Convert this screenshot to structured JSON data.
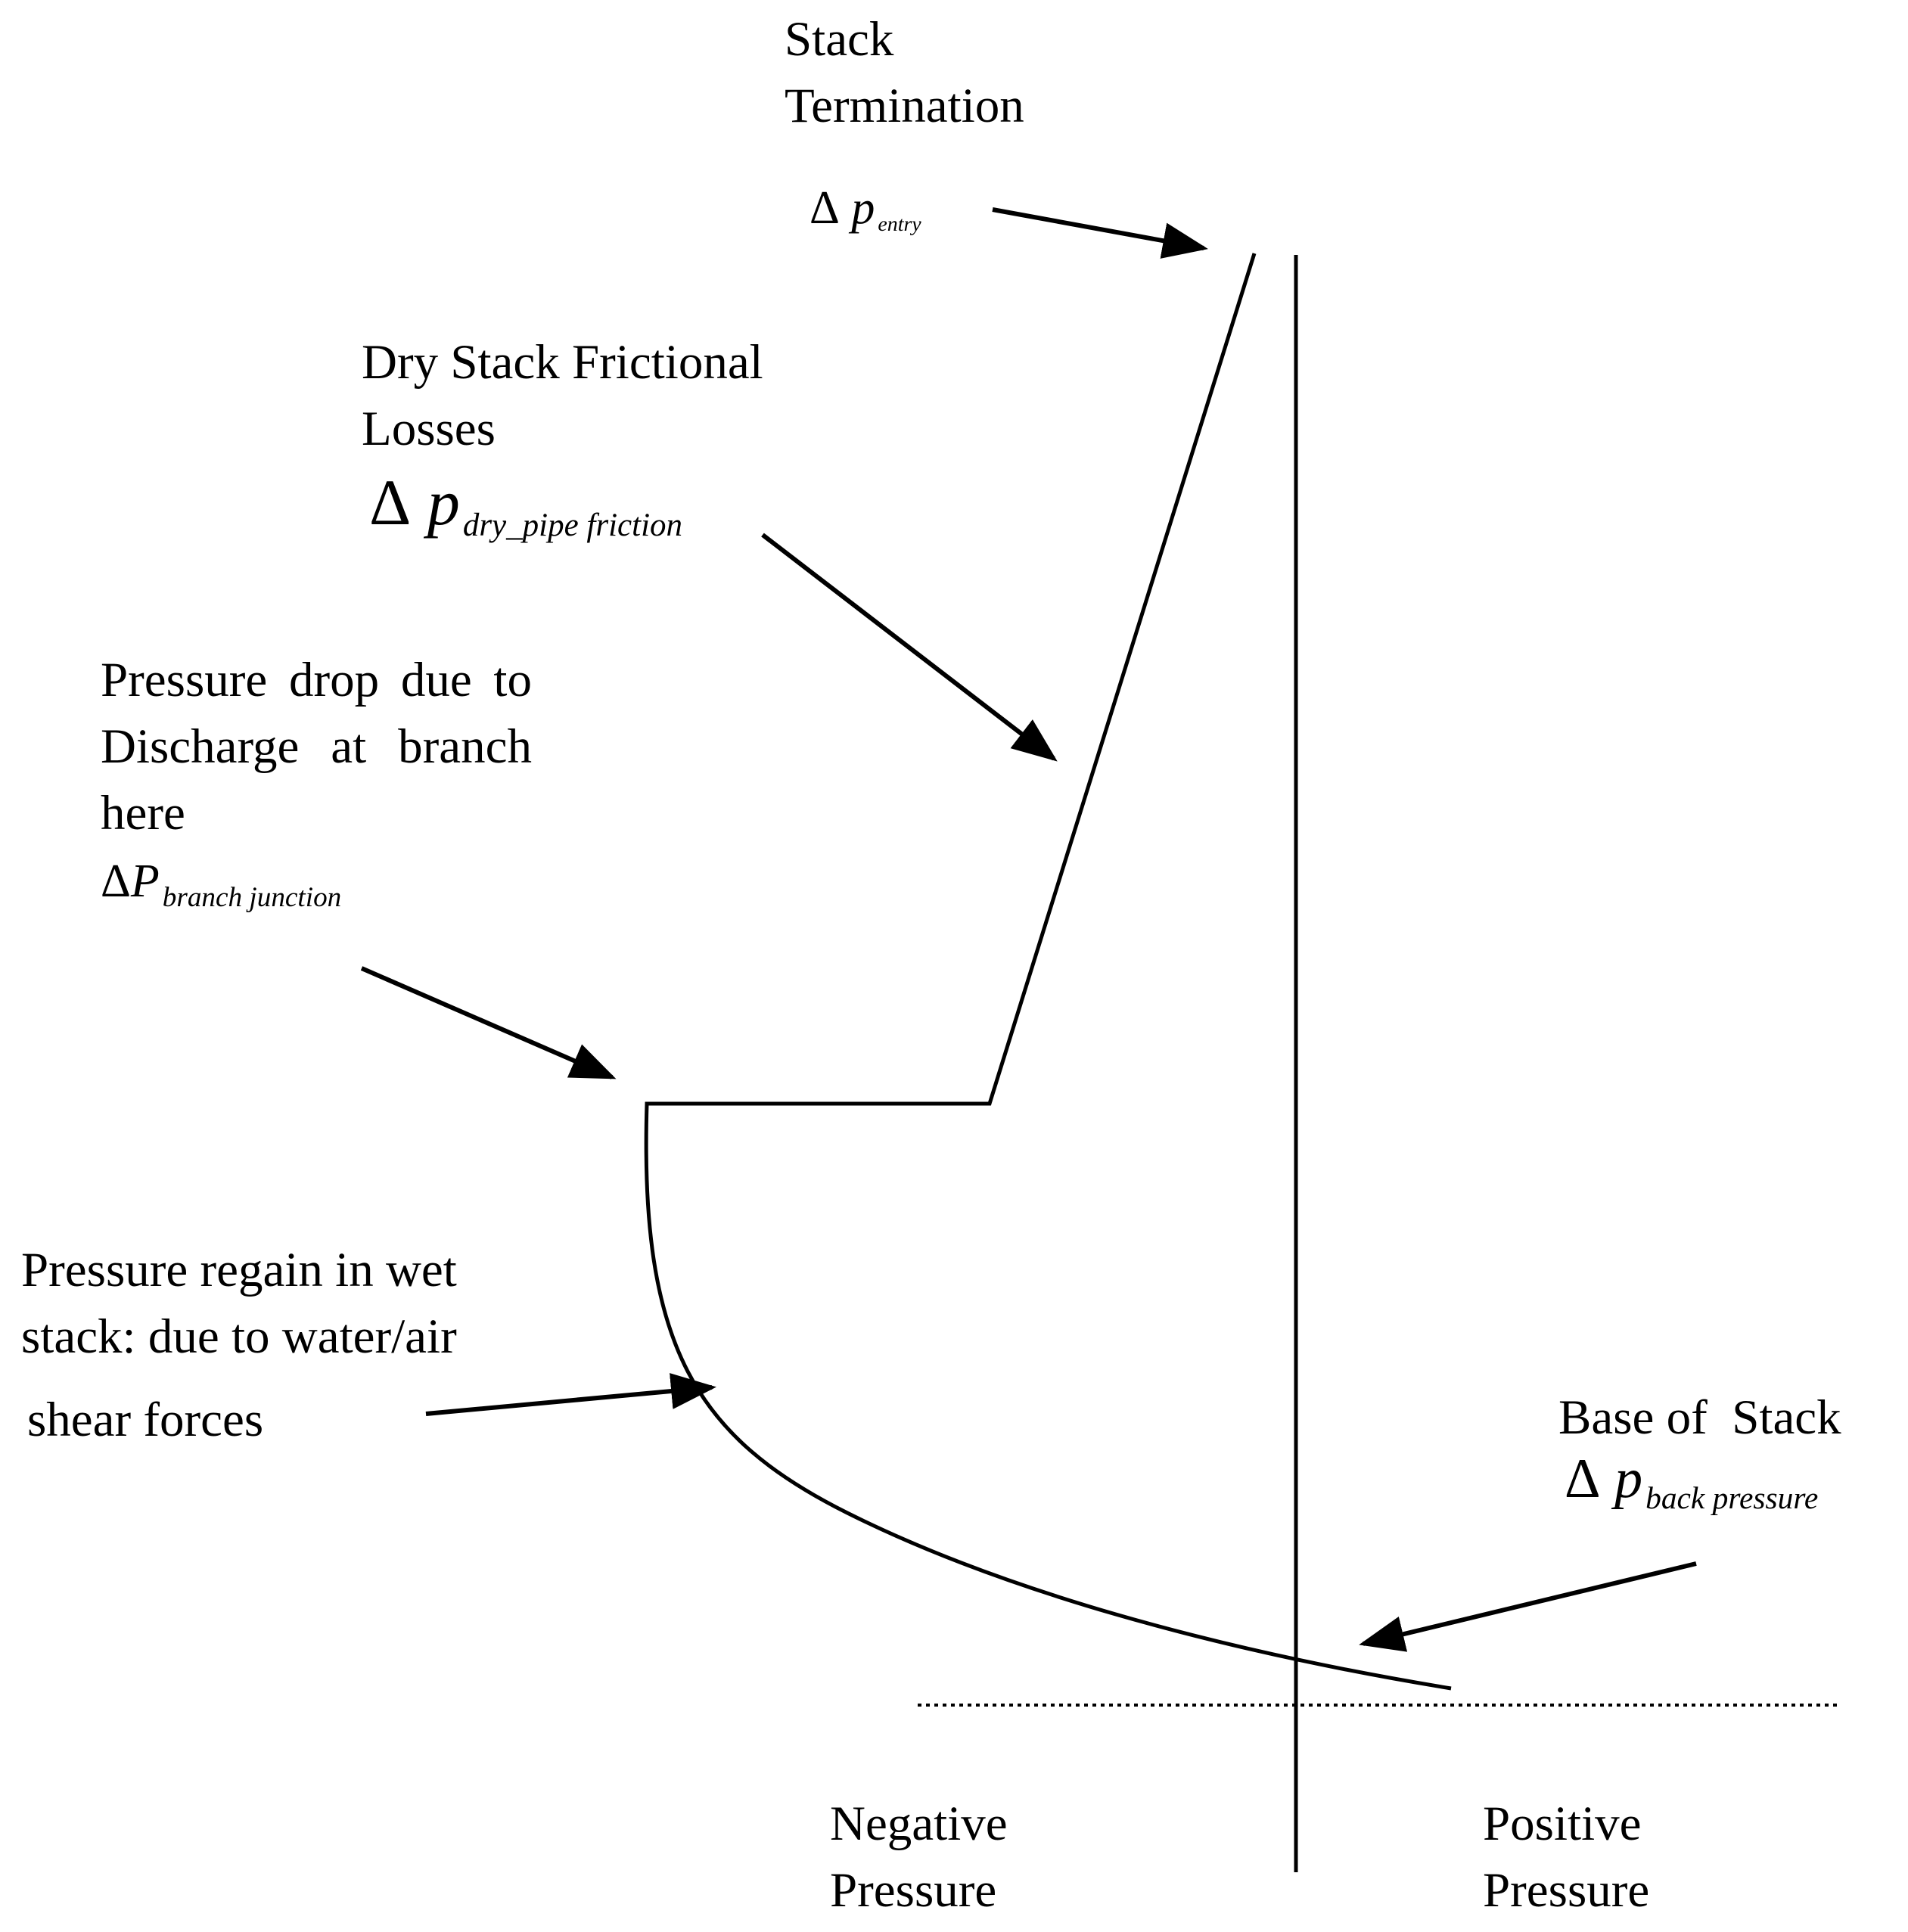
{
  "labels": {
    "stack_termination": [
      "Stack",
      "Termination"
    ],
    "entry": {
      "delta": "Δ",
      "p": "p",
      "sub": "entry"
    },
    "dry_stack": [
      "Dry Stack Frictional",
      "Losses"
    ],
    "dry_pipe": {
      "delta": "Δ",
      "p": "p",
      "sub": "dry_pipe friction"
    },
    "pressure_drop": "Pressure drop due to Discharge at branch here",
    "branch": {
      "delta": "Δ",
      "p": "P",
      "sub": "branch junction"
    },
    "pressure_regain": [
      "Pressure regain in wet",
      "stack: due to water/air",
      "shear forces"
    ],
    "base_of_stack": "Base of  Stack",
    "back_pressure": {
      "delta": "Δ",
      "p": "p",
      "sub": "back pressure"
    },
    "negative_pressure": [
      "Negative",
      "Pressure"
    ],
    "positive_pressure": [
      "Positive",
      "Pressure"
    ]
  },
  "colors": {
    "line": "#000000",
    "background": "#ffffff"
  }
}
